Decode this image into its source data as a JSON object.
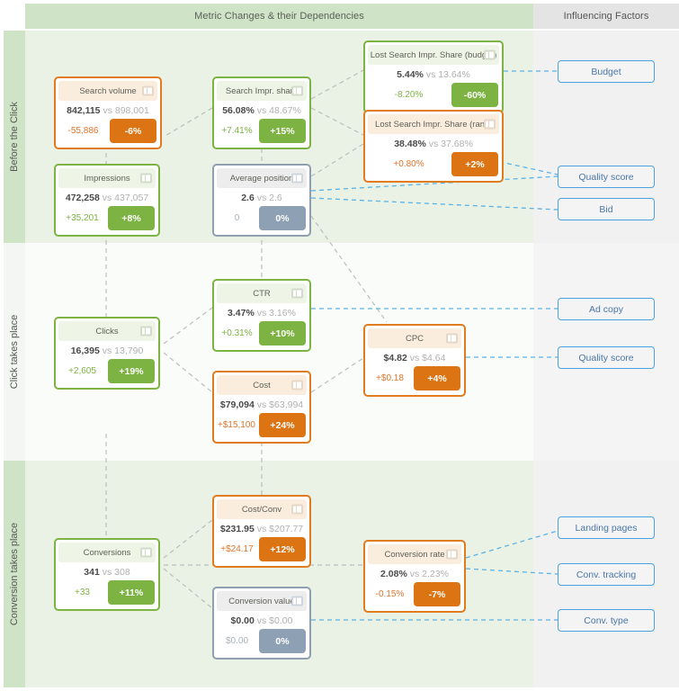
{
  "header": {
    "main_title": "Metric Changes & their Dependencies",
    "influencing_title": "Influencing Factors"
  },
  "stages": [
    {
      "label": "Before the Click"
    },
    {
      "label": "Click takes place"
    },
    {
      "label": "Conversion takes place"
    }
  ],
  "colors": {
    "green": "#7cb342",
    "orange": "#dd7413",
    "grey": "#8ea0b3",
    "blue": "#4aa3df",
    "band_green": "#e9f2e4",
    "band_white": "#fafcf9",
    "header_green": "#cfe3c6",
    "header_grey": "#e4e4e4"
  },
  "cards": [
    {
      "id": "search-volume",
      "title": "Search volume",
      "current": "842,115",
      "vs": "vs",
      "previous": "898,001",
      "delta": "-55,886",
      "pct": "-6%",
      "tone": "orange",
      "icon": "table-icon"
    },
    {
      "id": "search-impr-share",
      "title": "Search Impr. share",
      "current": "56.08%",
      "vs": "vs",
      "previous": "48.67%",
      "delta": "+7.41%",
      "pct": "+15%",
      "tone": "green",
      "icon": "table-icon"
    },
    {
      "id": "lost-is-budget",
      "title": "Lost Search Impr. Share (budget)",
      "current": "5.44%",
      "vs": "vs",
      "previous": "13.64%",
      "delta": "-8.20%",
      "pct": "-60%",
      "tone": "green",
      "icon": "table-icon"
    },
    {
      "id": "lost-is-rank",
      "title": "Lost Search Impr. Share (rank)",
      "current": "38.48%",
      "vs": "vs",
      "previous": "37.68%",
      "delta": "+0.80%",
      "pct": "+2%",
      "tone": "orange",
      "icon": "table-icon"
    },
    {
      "id": "impressions",
      "title": "Impressions",
      "current": "472,258",
      "vs": "vs",
      "previous": "437,057",
      "delta": "+35,201",
      "pct": "+8%",
      "tone": "green",
      "icon": "table-icon"
    },
    {
      "id": "average-position",
      "title": "Average position",
      "current": "2.6",
      "vs": "vs",
      "previous": "2.6",
      "delta": "0",
      "pct": "0%",
      "tone": "grey",
      "icon": "table-icon"
    },
    {
      "id": "ctr",
      "title": "CTR",
      "current": "3.47%",
      "vs": "vs",
      "previous": "3.16%",
      "delta": "+0.31%",
      "pct": "+10%",
      "tone": "green",
      "icon": "table-icon"
    },
    {
      "id": "clicks",
      "title": "Clicks",
      "current": "16,395",
      "vs": "vs",
      "previous": "13,790",
      "delta": "+2,605",
      "pct": "+19%",
      "tone": "green",
      "icon": "table-icon"
    },
    {
      "id": "cpc",
      "title": "CPC",
      "current": "$4.82",
      "vs": "vs",
      "previous": "$4.64",
      "delta": "+$0.18",
      "pct": "+4%",
      "tone": "orange",
      "icon": "table-icon"
    },
    {
      "id": "cost",
      "title": "Cost",
      "current": "$79,094",
      "vs": "vs",
      "previous": "$63,994",
      "delta": "+$15,100",
      "pct": "+24%",
      "tone": "orange",
      "icon": "table-icon"
    },
    {
      "id": "cost-conv",
      "title": "Cost/Conv",
      "current": "$231.95",
      "vs": "vs",
      "previous": "$207.77",
      "delta": "+$24.17",
      "pct": "+12%",
      "tone": "orange",
      "icon": "table-icon"
    },
    {
      "id": "conversions",
      "title": "Conversions",
      "current": "341",
      "vs": "vs",
      "previous": "308",
      "delta": "+33",
      "pct": "+11%",
      "tone": "green",
      "icon": "table-icon"
    },
    {
      "id": "conversion-rate",
      "title": "Conversion rate",
      "current": "2.08%",
      "vs": "vs",
      "previous": "2.23%",
      "delta": "-0.15%",
      "pct": "-7%",
      "tone": "orange",
      "icon": "table-icon"
    },
    {
      "id": "conversion-value",
      "title": "Conversion value",
      "current": "$0.00",
      "vs": "vs",
      "previous": "$0.00",
      "delta": "$0.00",
      "pct": "0%",
      "tone": "grey",
      "icon": "table-icon"
    }
  ],
  "factors": [
    {
      "id": "budget",
      "label": "Budget"
    },
    {
      "id": "quality-score-1",
      "label": "Quality score"
    },
    {
      "id": "bid",
      "label": "Bid"
    },
    {
      "id": "ad-copy",
      "label": "Ad copy"
    },
    {
      "id": "quality-score-2",
      "label": "Quality score"
    },
    {
      "id": "landing-pages",
      "label": "Landing pages"
    },
    {
      "id": "conv-tracking",
      "label": "Conv. tracking"
    },
    {
      "id": "conv-type",
      "label": "Conv. type"
    }
  ]
}
